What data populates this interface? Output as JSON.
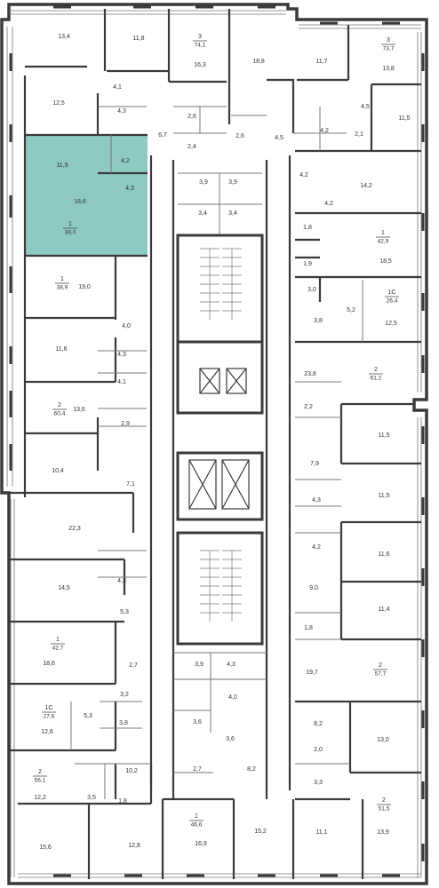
{
  "colors": {
    "wall": "#3a3a3a",
    "thin_wall": "#777777",
    "highlight": "#8fc9c4",
    "background": "#ffffff",
    "text": "#333333",
    "circle_stroke": "#333333"
  },
  "units": [
    {
      "id": "u1",
      "count": "3",
      "area": "74,1"
    },
    {
      "id": "u2",
      "count": "3",
      "area": "73,7"
    },
    {
      "id": "u3",
      "count": "1",
      "area": "39,0",
      "highlighted": true
    },
    {
      "id": "u4",
      "count": "1",
      "area": "42,9"
    },
    {
      "id": "u5",
      "count": "1",
      "area": "38,9"
    },
    {
      "id": "u6",
      "count": "1С",
      "area": "26,4"
    },
    {
      "id": "u7",
      "count": "2",
      "area": "61,2"
    },
    {
      "id": "u8",
      "count": "2",
      "area": "60,4"
    },
    {
      "id": "u9",
      "count": "1",
      "area": "42,7"
    },
    {
      "id": "u10",
      "count": "2",
      "area": "57,7"
    },
    {
      "id": "u11",
      "count": "1С",
      "area": "27,6"
    },
    {
      "id": "u12",
      "count": "2",
      "area": "56,1"
    },
    {
      "id": "u13",
      "count": "1",
      "area": "46,6"
    },
    {
      "id": "u14",
      "count": "2",
      "area": "51,5"
    }
  ],
  "rooms": [
    "13,4",
    "11,8",
    "16,3",
    "18,8",
    "11,7",
    "13,8",
    "12,5",
    "4,1",
    "4,3",
    "6,7",
    "2,6",
    "2,6",
    "4,5",
    "4,5",
    "4,2",
    "2,1",
    "11,5",
    "11,9",
    "4,2",
    "2,4",
    "4,3",
    "3,9",
    "3,9",
    "4,2",
    "14,2",
    "18,6",
    "3,4",
    "3,4",
    "4,2",
    "1,8",
    "18,5",
    "1,9",
    "19,0",
    "3,0",
    "5,2",
    "12,5",
    "4,0",
    "3,8",
    "11,6",
    "4,3",
    "23,8",
    "13,6",
    "4,1",
    "2,2",
    "11,5",
    "10,4",
    "2,9",
    "7,9",
    "7,1",
    "11,5",
    "22,3",
    "4,3",
    "4,2",
    "11,6",
    "14,5",
    "4,3",
    "9,0",
    "5,3",
    "11,4",
    "1,8",
    "18,6",
    "2,7",
    "3,9",
    "4,3",
    "19,7",
    "3,2",
    "4,0",
    "5,3",
    "3,8",
    "8,2",
    "12,6",
    "3,6",
    "3,6",
    "13,0",
    "2,0",
    "10,2",
    "2,7",
    "8,2",
    "3,5",
    "1,8",
    "3,3",
    "12,2",
    "15,6",
    "12,8",
    "16,9",
    "15,2",
    "11,1",
    "13,9"
  ]
}
